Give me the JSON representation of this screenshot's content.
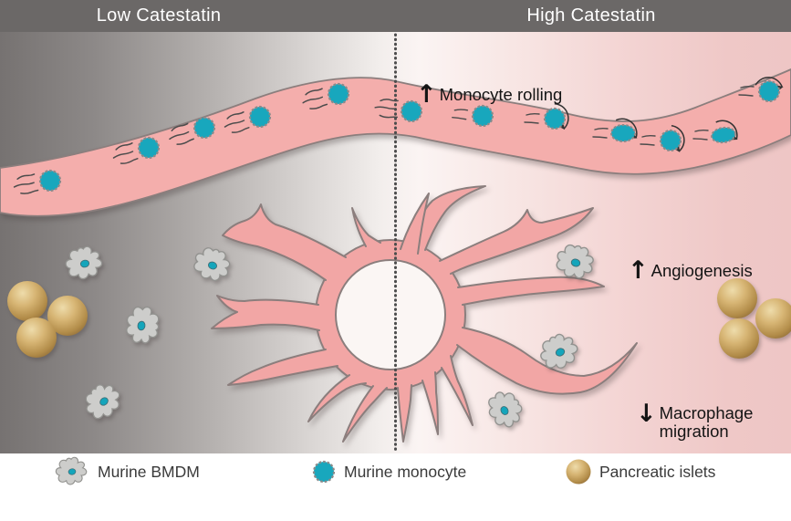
{
  "header": {
    "left_label": "Low Catestatin",
    "right_label": "High Catestatin"
  },
  "annotations": {
    "monocyte_rolling": {
      "arrow": "↑",
      "label": "Monocyte rolling"
    },
    "angiogenesis": {
      "arrow": "↑",
      "label": "Angiogenesis"
    },
    "macrophage_migration": {
      "arrow": "↓",
      "line1": "Macrophage",
      "line2": "migration"
    }
  },
  "legend": {
    "items": [
      {
        "icon": "bmdm-cell-icon",
        "label": "Murine BMDM"
      },
      {
        "icon": "monocyte-icon",
        "label": "Murine monocyte"
      },
      {
        "icon": "pancreatic-islet-icon",
        "label": "Pancreatic islets"
      }
    ]
  },
  "colors": {
    "header_bg": "#6b6867",
    "vessel_pink": "#f4aeac",
    "islet_vessel_pink": "#f2a6a5",
    "outline_gray_brown": "#8b7e7d",
    "monocyte_teal": "#18a7bd",
    "bmdm_gray": "#cdcdcb",
    "pancreatic_islet_brown": "#b8924c",
    "background_left_gray": "#767271",
    "background_right_pink": "#eec6c5",
    "divider_dots": "#4d4d4d",
    "annotation_text": "#141414",
    "header_text": "#ffffff"
  }
}
